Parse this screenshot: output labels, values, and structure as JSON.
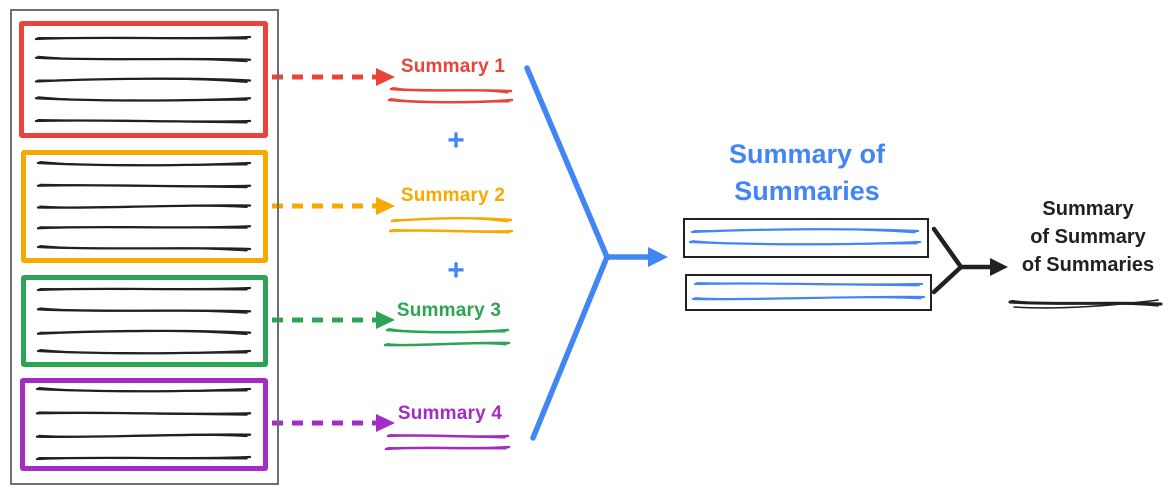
{
  "colors": {
    "red": "#e8443a",
    "yellow": "#f8a900",
    "green": "#2ba553",
    "purple": "#a32cc4",
    "blue": "#4285f4",
    "ink": "#212121",
    "frame": "#6f6f6f"
  },
  "sources": [
    {
      "summary_label": "Summary 1",
      "color": "red",
      "text_lines": 5
    },
    {
      "summary_label": "Summary 2",
      "color": "yellow",
      "text_lines": 5
    },
    {
      "summary_label": "Summary 3",
      "color": "green",
      "text_lines": 4
    },
    {
      "summary_label": "Summary 4",
      "color": "purple",
      "text_lines": 4
    }
  ],
  "plus_signs": [
    "+",
    "+"
  ],
  "merge_heading": {
    "lines": [
      "Summary of",
      "Summaries"
    ]
  },
  "merged_boxes": {
    "count": 2,
    "scribble_lines_per_box": 2
  },
  "final_summary": {
    "lines": [
      "Summary",
      "of Summary",
      "of Summaries"
    ]
  }
}
